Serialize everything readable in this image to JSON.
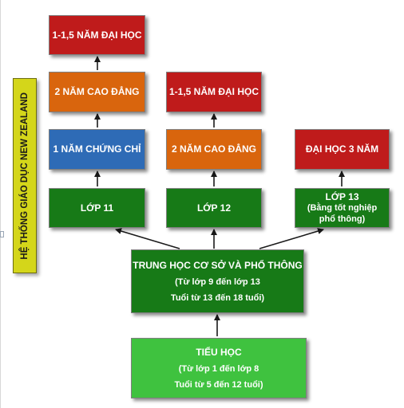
{
  "side_label": "HỆ THỐNG GIÁO DỤC NEW ZEALAND",
  "boxes": {
    "col1_university": "1-1,5 NĂM ĐẠI HỌC",
    "col1_college": "2 NĂM CAO ĐẲNG",
    "col1_certificate": "1 NĂM CHỨNG CHỈ",
    "col1_grade": "LỚP 11",
    "col2_university": "1-1,5 NĂM ĐẠI HỌC",
    "col2_college": "2 NĂM CAO ĐẲNG",
    "col2_grade": "LỚP 12",
    "col3_university": "ĐẠI HỌC 3 NĂM",
    "col3_grade_title": "LỚP 13",
    "col3_grade_sub1": "(Bằng tốt nghiệp",
    "col3_grade_sub2": "phổ thông)",
    "secondary_title": "TRUNG HỌC CƠ SỞ VÀ PHỔ THÔNG",
    "secondary_line2": "(Từ lớp 9 đến lớp 13",
    "secondary_line3": "Tuổi từ 13 đến 18 tuổi)",
    "primary_title": "TIỂU HỌC",
    "primary_line2": "(Từ lớp 1 đến lớp 8",
    "primary_line3": "Tuổi từ 5 đến 12 tuổi)"
  },
  "colors": {
    "university": "#bf1b1b",
    "college": "#d9650d",
    "certificate": "#2e6bb6",
    "grade": "#177a17",
    "primary": "#3fc23f",
    "side_label": "#d4d61a"
  }
}
